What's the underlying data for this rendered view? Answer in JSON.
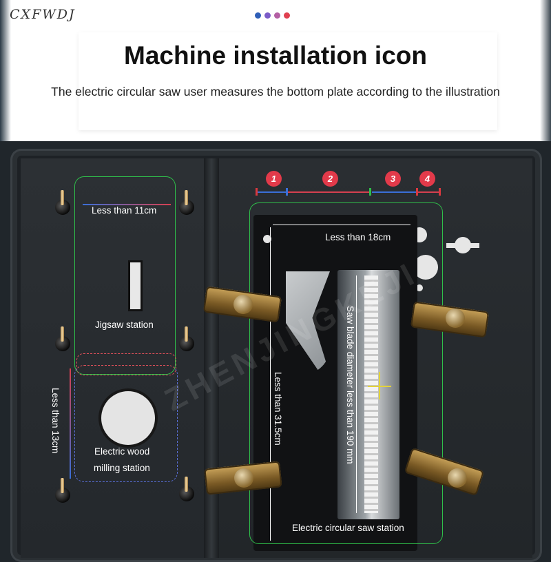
{
  "brand": "CXFWDJ",
  "header": {
    "dot_colors": [
      "#2f5fb8",
      "#7b5cc8",
      "#b45fa4",
      "#e04050"
    ],
    "title": "Machine installation icon",
    "subtitle": "The electric circular saw user measures the bottom plate according to the illustration"
  },
  "left_panel": {
    "width_label": "Less than 11cm",
    "jigsaw_label": "Jigsaw station",
    "height_label": "Less than 13cm",
    "mill_label_line1": "Electric wood",
    "mill_label_line2": "milling station"
  },
  "right_panel": {
    "badges": [
      "1",
      "2",
      "3",
      "4"
    ],
    "width_label": "Less than 18cm",
    "length_label": "Less than 31.5cm",
    "blade_label": "Saw blade diameter less than 190 mm",
    "station_label": "Electric circular saw station"
  },
  "watermark": "ZHENJINGKEJI",
  "colors": {
    "green_outline": "#2fbf4a",
    "red_dimension": "#d64050",
    "blue_dimension": "#3a6fd8"
  }
}
